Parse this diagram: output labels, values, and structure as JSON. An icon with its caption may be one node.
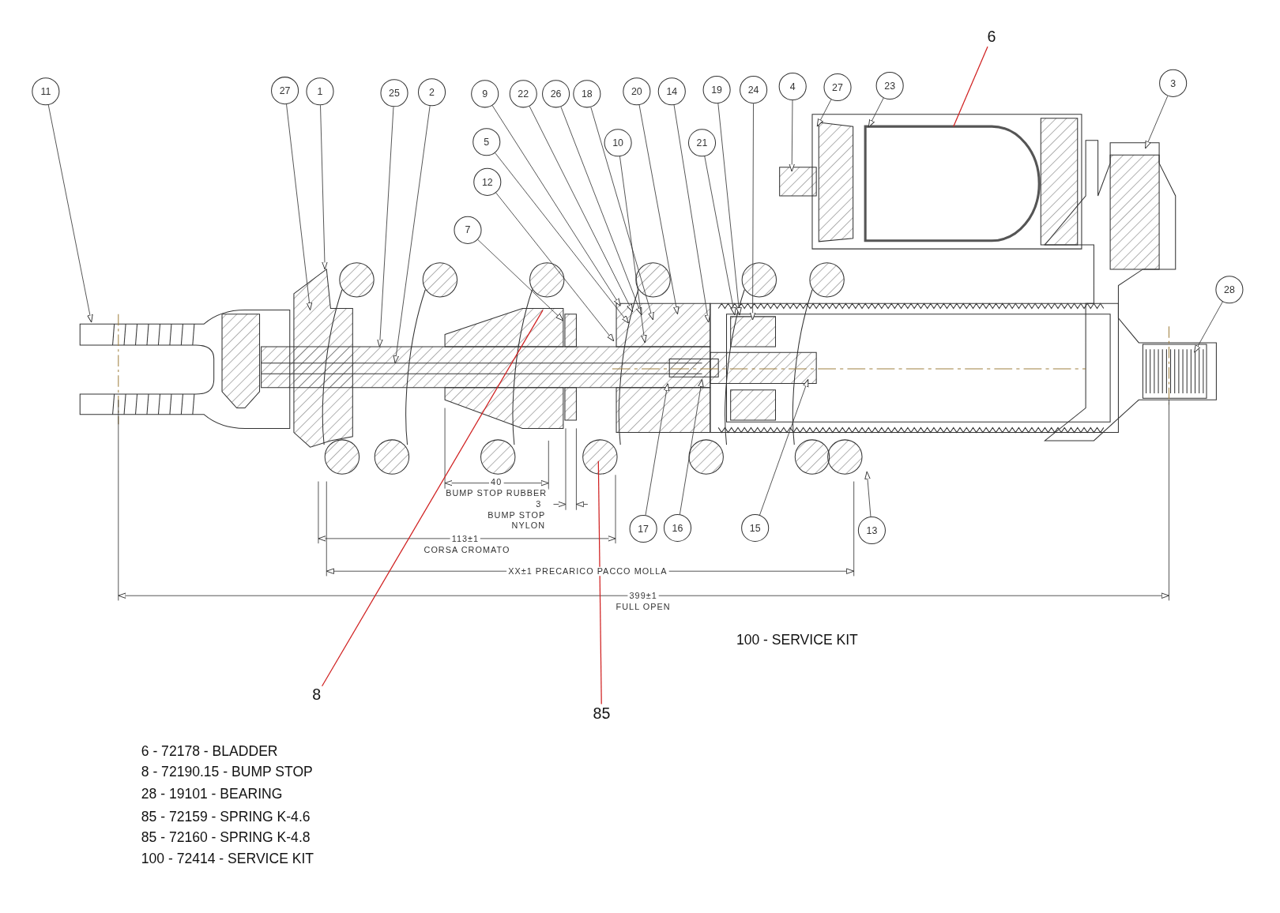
{
  "diagram": {
    "nodes": [
      {
        "text": [
          "11"
        ]
      },
      {
        "text": [
          "27"
        ]
      },
      {
        "text": [
          "1"
        ]
      },
      {
        "text": [
          "25"
        ]
      },
      {
        "text": [
          "2"
        ]
      },
      {
        "text": [
          "9"
        ]
      },
      {
        "text": [
          "22"
        ]
      },
      {
        "text": [
          "26"
        ]
      },
      {
        "text": [
          "18"
        ]
      },
      {
        "text": [
          "20"
        ]
      },
      {
        "text": [
          "14"
        ]
      },
      {
        "text": [
          "19"
        ]
      },
      {
        "text": [
          "24"
        ]
      },
      {
        "text": [
          "4"
        ]
      },
      {
        "text": [
          "27"
        ]
      },
      {
        "text": [
          "23"
        ]
      },
      {
        "text": [
          "6"
        ]
      },
      {
        "text": [
          "3"
        ]
      },
      {
        "text": [
          "5"
        ]
      },
      {
        "text": [
          "10"
        ]
      },
      {
        "text": [
          "21"
        ]
      },
      {
        "text": [
          "12"
        ]
      },
      {
        "text": [
          "7"
        ]
      },
      {
        "text": [
          "28"
        ]
      },
      {
        "text": [
          "17"
        ]
      },
      {
        "text": [
          "16"
        ]
      },
      {
        "text": [
          "15"
        ]
      },
      {
        "text": [
          "13"
        ]
      },
      {
        "text": [
          "8"
        ]
      },
      {
        "text": [
          "85"
        ]
      }
    ],
    "edges": [
      {
        "from": 0,
        "to": null,
        "arrow": "to"
      },
      {
        "from": 1,
        "to": null,
        "arrow": "to"
      },
      {
        "from": 2,
        "to": null,
        "arrow": "to"
      },
      {
        "from": 3,
        "to": null,
        "arrow": "to"
      },
      {
        "from": 4,
        "to": null,
        "arrow": "to"
      },
      {
        "from": 5,
        "to": null,
        "arrow": "to"
      },
      {
        "from": 6,
        "to": null,
        "arrow": "to"
      },
      {
        "from": 7,
        "to": null,
        "arrow": "to"
      },
      {
        "from": 8,
        "to": null,
        "arrow": "to"
      },
      {
        "from": 9,
        "to": null,
        "arrow": "to"
      },
      {
        "from": 10,
        "to": null,
        "arrow": "to"
      },
      {
        "from": 11,
        "to": null,
        "arrow": "to"
      },
      {
        "from": 12,
        "to": null,
        "arrow": "to"
      },
      {
        "from": 13,
        "to": null,
        "arrow": "to"
      },
      {
        "from": 14,
        "to": null,
        "arrow": "to"
      },
      {
        "from": 15,
        "to": null,
        "arrow": "to"
      },
      {
        "from": 16,
        "to": null,
        "arrow": "none",
        "color": "#d02020"
      },
      {
        "from": 17,
        "to": null,
        "arrow": "to"
      },
      {
        "from": 18,
        "to": null,
        "arrow": "to"
      },
      {
        "from": 19,
        "to": null,
        "arrow": "to"
      },
      {
        "from": 20,
        "to": null,
        "arrow": "to"
      },
      {
        "from": 21,
        "to": null,
        "arrow": "to"
      },
      {
        "from": 22,
        "to": null,
        "arrow": "to"
      },
      {
        "from": 23,
        "to": null,
        "arrow": "to"
      },
      {
        "from": 24,
        "to": null,
        "arrow": "to"
      },
      {
        "from": 25,
        "to": null,
        "arrow": "to"
      },
      {
        "from": 26,
        "to": null,
        "arrow": "to"
      },
      {
        "from": 27,
        "to": null,
        "arrow": "to"
      },
      {
        "from": 28,
        "to": null,
        "arrow": "none",
        "color": "#d02020"
      },
      {
        "from": 29,
        "to": null,
        "arrow": "none",
        "color": "#d02020"
      }
    ],
    "labels": [
      "40",
      "BUMP STOP RUBBER",
      "3",
      "BUMP STOP NYLON",
      "113±1",
      "CORSA CROMATO",
      "XX±1 PRECARICO PACCO MOLLA",
      "399±1",
      "FULL OPEN",
      "100 - SERVICE KIT",
      "6 - 72178 - BLADDER",
      "8 - 72190.15 - BUMP STOP",
      "28 - 19101 - BEARING",
      "85 - 72159 - SPRING K-4.6",
      "85 - 72160 - SPRING K-4.8",
      "100 - 72414 - SERVICE KIT"
    ]
  }
}
